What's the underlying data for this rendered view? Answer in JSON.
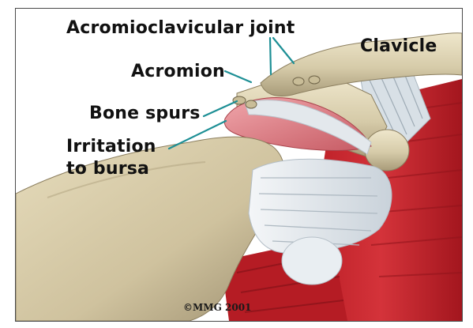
{
  "labels": {
    "acromioclavicular_joint": "Acromioclavicular joint",
    "clavicle": "Clavicle",
    "acromion": "Acromion",
    "bone_spurs": "Bone spurs",
    "irritation_line1": "Irritation",
    "irritation_line2": "to bursa"
  },
  "copyright": "©MMG 2001",
  "colors": {
    "leader": "#1d8f95",
    "bone": "#d9cfb0",
    "bone_shadow": "#9c8f6e",
    "muscle": "#c4232b",
    "muscle_dark": "#8f141b",
    "bursa": "#d9747c",
    "tendon": "#e8edf1",
    "background": "#ffffff",
    "border": "#4a4a4a"
  }
}
